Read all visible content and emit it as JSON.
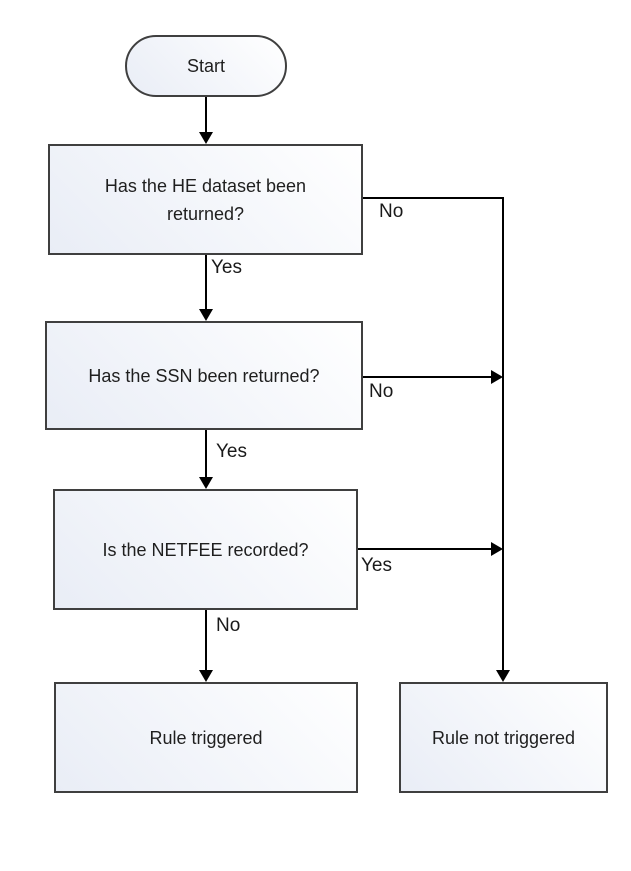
{
  "diagram": {
    "type": "flowchart",
    "nodes": {
      "start": {
        "label": "Start",
        "shape": "terminator"
      },
      "q1": {
        "label": "Has the HE dataset been returned?",
        "shape": "process"
      },
      "q2": {
        "label": "Has the SSN been returned?",
        "shape": "process"
      },
      "q3": {
        "label": "Is the NETFEE recorded?",
        "shape": "process"
      },
      "rule_triggered": {
        "label": "Rule triggered",
        "shape": "process"
      },
      "rule_not_triggered": {
        "label": "Rule not triggered",
        "shape": "process"
      }
    },
    "edge_labels": {
      "q1_no": "No",
      "q1_yes": "Yes",
      "q2_no": "No",
      "q2_yes": "Yes",
      "q3_yes": "Yes",
      "q3_no": "No"
    },
    "colors": {
      "node_fill_top": "#ffffff",
      "node_fill_bottom": "#e9edf6",
      "node_border": "#3f3f3f",
      "connector": "#000000",
      "text": "#1f1f1f"
    }
  }
}
